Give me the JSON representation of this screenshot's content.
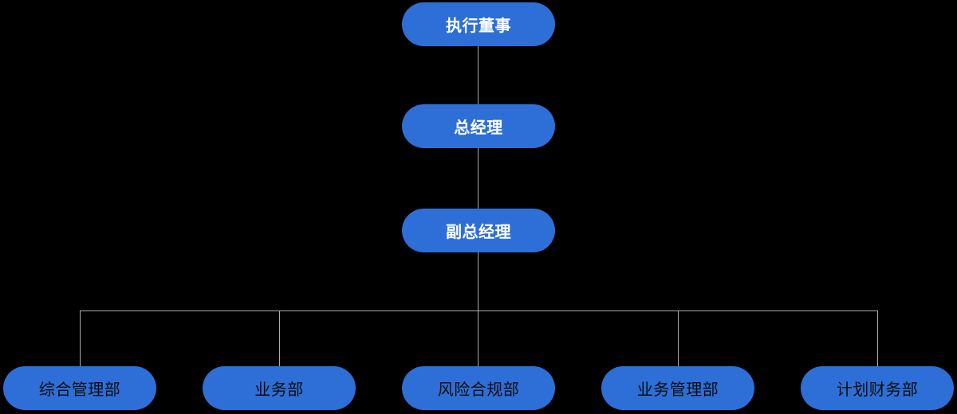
{
  "colors": {
    "background": "#000000",
    "node_fill": "#2d6fd6",
    "connector": "#adadad",
    "top_text": "#ffffff",
    "dept_text": "#0b0b0b"
  },
  "org_chart": {
    "type": "org-tree",
    "chain": [
      {
        "id": "executive-director",
        "label": "执行董事"
      },
      {
        "id": "general-manager",
        "label": "总经理"
      },
      {
        "id": "deputy-general-manager",
        "label": "副总经理"
      }
    ],
    "departments": [
      {
        "id": "dept-general-admin",
        "label": "综合管理部"
      },
      {
        "id": "dept-business",
        "label": "业务部"
      },
      {
        "id": "dept-risk-compliance",
        "label": "风险合规部"
      },
      {
        "id": "dept-business-management",
        "label": "业务管理部"
      },
      {
        "id": "dept-planning-finance",
        "label": "计划财务部"
      }
    ]
  }
}
